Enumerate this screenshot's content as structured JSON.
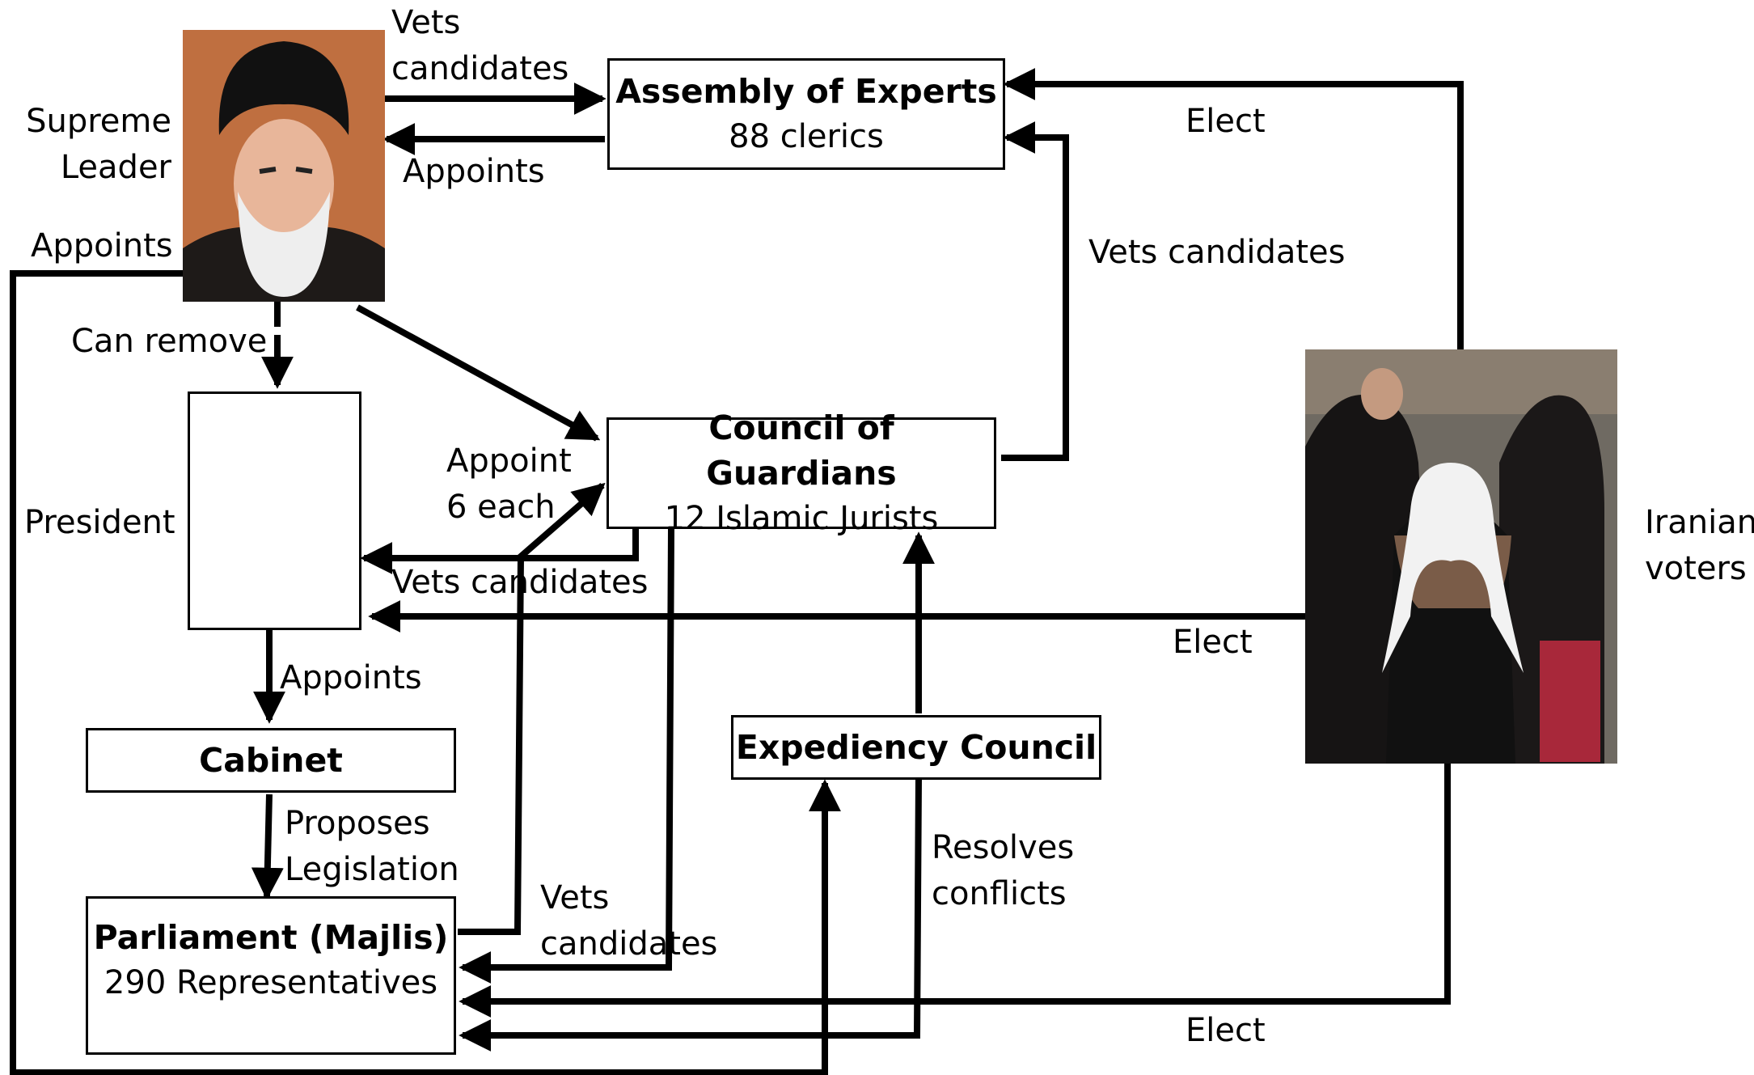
{
  "supreme_leader": {
    "label": "Supreme\nLeader",
    "photo_icon": "portrait-photo-icon"
  },
  "iranian_voters": {
    "label": "Iranian\nvoters",
    "photo_icon": "voters-photo-icon"
  },
  "president": {
    "label": "President"
  },
  "boxes": {
    "assembly": {
      "title": "Assembly of Experts",
      "subtitle": "88 clerics"
    },
    "guardians": {
      "title": "Council of Guardians",
      "subtitle": "12 Islamic Jurists"
    },
    "cabinet": {
      "title": "Cabinet"
    },
    "expediency": {
      "title": "Expediency Council"
    },
    "parliament": {
      "title": "Parliament (Majlis)",
      "subtitle": "290 Representatives"
    }
  },
  "edges": {
    "leader_vets_assembly": "Vets\ncandidates",
    "assembly_appoints_leader": "Appoints",
    "voters_elect_assembly": "Elect",
    "guardians_vets_assembly": "Vets candidates",
    "leader_appoints_left": "Appoints",
    "leader_can_remove": "Can remove",
    "appoint_6_each": "Appoint\n6 each",
    "guardians_vets_president": "Vets candidates",
    "voters_elect_president": "Elect",
    "president_appoints_cabinet": "Appoints",
    "cabinet_proposes": "Proposes\nLegislation",
    "guardians_vets_parliament": "Vets\ncandidates",
    "expediency_resolves": "Resolves\nconflicts",
    "voters_elect_parliament": "Elect"
  },
  "colors": {
    "line": "#000000",
    "background": "#ffffff"
  }
}
